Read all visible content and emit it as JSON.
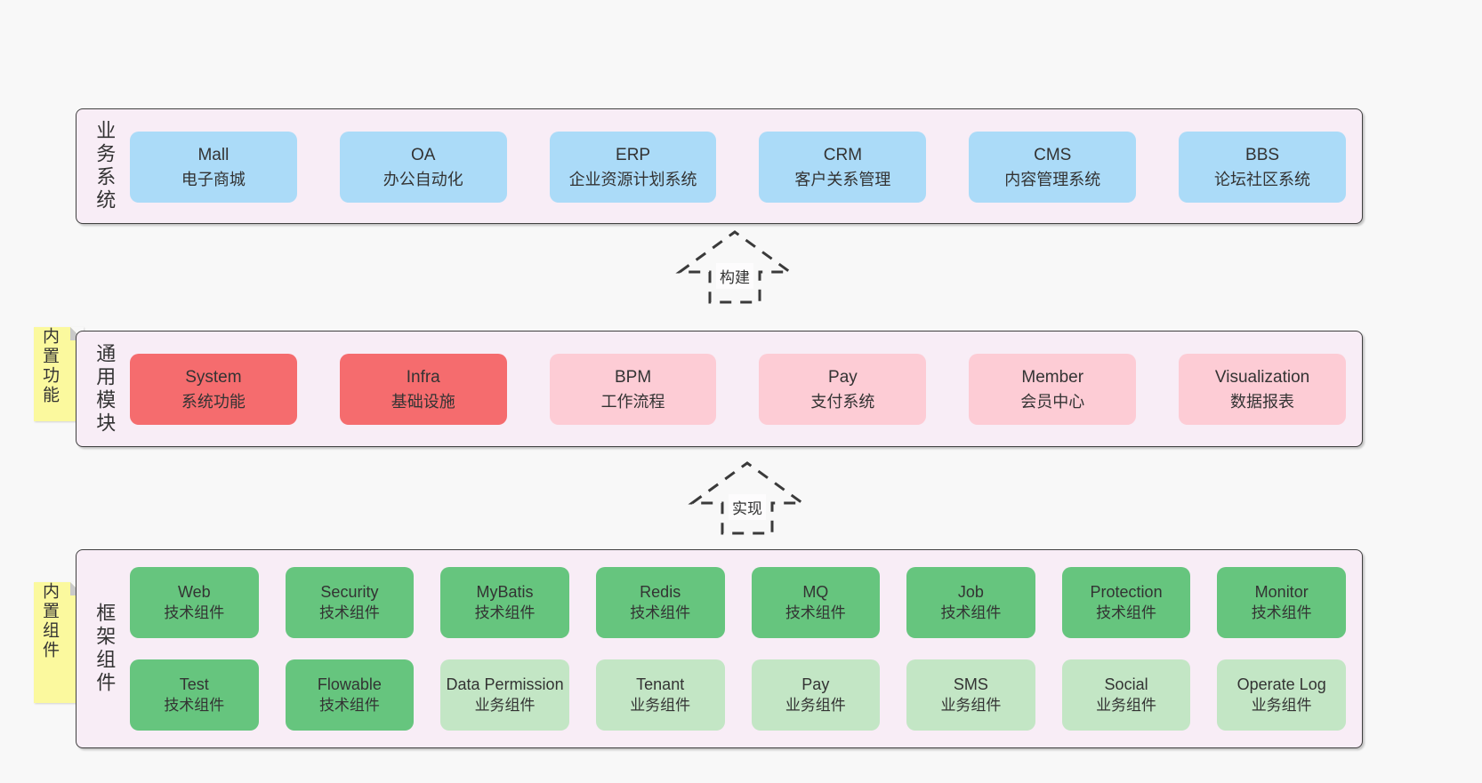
{
  "page": {
    "background": "#F8F8F8"
  },
  "colors": {
    "container_bg": "#F8EDF6",
    "container_border": "#404040",
    "business_box_blue": "#ABDBF8",
    "core_module_red": "#F56C6E",
    "extension_module_pink": "#FDCCD5",
    "tech_component_green": "#66C57E",
    "biz_component_light_green": "#C3E6C5",
    "sticky_note_yellow": "#FBF99E",
    "sticky_note_fold_gray": "#C9C9C9",
    "text": "#333333"
  },
  "arrows": {
    "build": "构建",
    "implement": "实现"
  },
  "business": {
    "side_label": "业务系统",
    "boxes": [
      {
        "name": "Mall",
        "desc": "电子商城"
      },
      {
        "name": "OA",
        "desc": "办公自动化"
      },
      {
        "name": "ERP",
        "desc": "企业资源计划系统"
      },
      {
        "name": "CRM",
        "desc": "客户关系管理"
      },
      {
        "name": "CMS",
        "desc": "内容管理系统"
      },
      {
        "name": "BBS",
        "desc": "论坛社区系统"
      }
    ]
  },
  "modules": {
    "side_label": "通用模块",
    "note": "内置功能",
    "boxes": [
      {
        "name": "System",
        "desc": "系统功能",
        "variant": "red"
      },
      {
        "name": "Infra",
        "desc": "基础设施",
        "variant": "red"
      },
      {
        "name": "BPM",
        "desc": "工作流程",
        "variant": "pink"
      },
      {
        "name": "Pay",
        "desc": "支付系统",
        "variant": "pink"
      },
      {
        "name": "Member",
        "desc": "会员中心",
        "variant": "pink"
      },
      {
        "name": "Visualization",
        "desc": "数据报表",
        "variant": "pink"
      }
    ]
  },
  "components": {
    "side_label": "框架组件",
    "note": "内置组件",
    "row1": [
      {
        "name": "Web",
        "desc": "技术组件"
      },
      {
        "name": "Security",
        "desc": "技术组件"
      },
      {
        "name": "MyBatis",
        "desc": "技术组件"
      },
      {
        "name": "Redis",
        "desc": "技术组件"
      },
      {
        "name": "MQ",
        "desc": "技术组件"
      },
      {
        "name": "Job",
        "desc": "技术组件"
      },
      {
        "name": "Protection",
        "desc": "技术组件"
      },
      {
        "name": "Monitor",
        "desc": "技术组件"
      }
    ],
    "row2": [
      {
        "name": "Test",
        "desc": "技术组件"
      },
      {
        "name": "Flowable",
        "desc": "技术组件"
      },
      {
        "name": "Data Permission",
        "desc": "业务组件"
      },
      {
        "name": "Tenant",
        "desc": "业务组件"
      },
      {
        "name": "Pay",
        "desc": "业务组件"
      },
      {
        "name": "SMS",
        "desc": "业务组件"
      },
      {
        "name": "Social",
        "desc": "业务组件"
      },
      {
        "name": "Operate Log",
        "desc": "业务组件"
      }
    ]
  }
}
